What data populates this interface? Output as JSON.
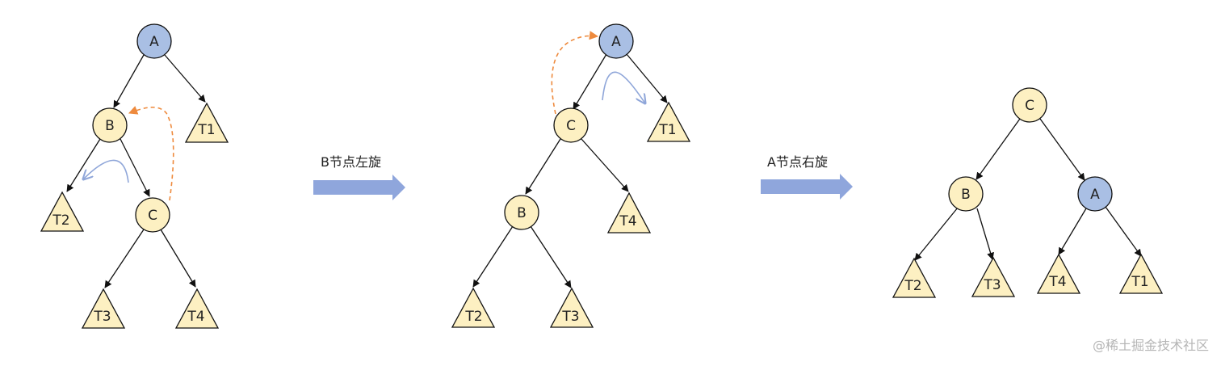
{
  "colors": {
    "node_fill_default": "#fdf0c2",
    "node_fill_highlight": "#a9bfe4",
    "subtree_fill": "#fdf0c2",
    "edge": "#111111",
    "dashed_arrow": "#ee8a3d",
    "rotate_arrow": "#8fa6d9",
    "step_arrow": "#8fa6dc",
    "watermark": "#b5b5b5"
  },
  "diagram_1": {
    "nodes": {
      "A": "A",
      "B": "B",
      "C": "C"
    },
    "subtrees": {
      "T1": "T1",
      "T2": "T2",
      "T3": "T3",
      "T4": "T4"
    }
  },
  "step_1": {
    "label": "B节点左旋"
  },
  "diagram_2": {
    "nodes": {
      "A": "A",
      "B": "B",
      "C": "C"
    },
    "subtrees": {
      "T1": "T1",
      "T2": "T2",
      "T3": "T3",
      "T4": "T4"
    }
  },
  "step_2": {
    "label": "A节点右旋"
  },
  "diagram_3": {
    "nodes": {
      "A": "A",
      "B": "B",
      "C": "C"
    },
    "subtrees": {
      "T1": "T1",
      "T2": "T2",
      "T3": "T3",
      "T4": "T4"
    }
  },
  "watermark": "@稀土掘金技术社区"
}
